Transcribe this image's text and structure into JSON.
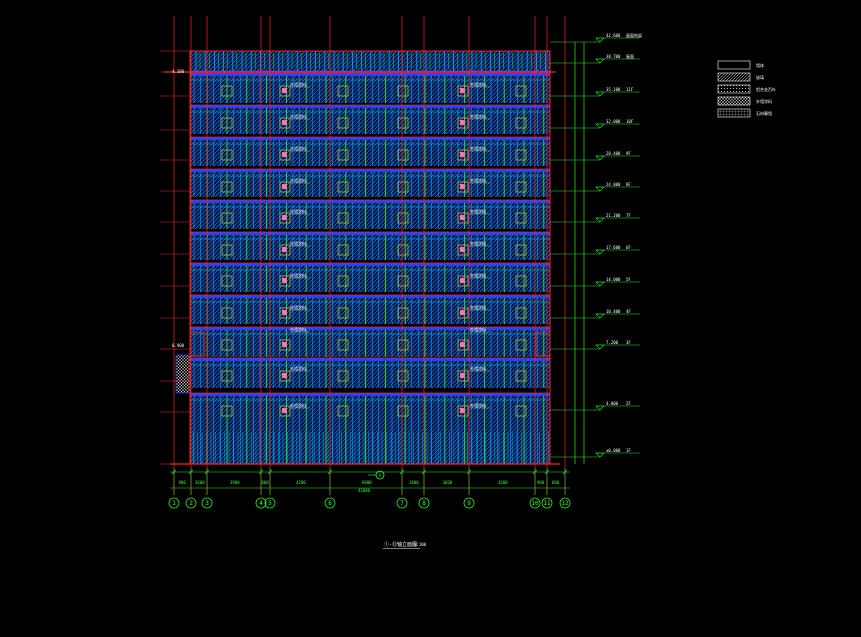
{
  "drawing": {
    "title": "①-⑫轴立面图",
    "scale": "1:100",
    "bottom_dimension": "42000",
    "section_marker": "A",
    "colors": {
      "background": "#000000",
      "frame_red": "#ff2020",
      "facade_blue": "#2244ff",
      "grid_green": "#22ee22",
      "hatch_cyan": "#00c8ff",
      "window_yellow": "#d8c020",
      "accent_pink": "#ff70b0",
      "text_white": "#ffffff"
    }
  },
  "axes": [
    {
      "label": "1"
    },
    {
      "label": "2"
    },
    {
      "label": "3"
    },
    {
      "label": "4"
    },
    {
      "label": "5"
    },
    {
      "label": "6"
    },
    {
      "label": "7"
    },
    {
      "label": "8"
    },
    {
      "label": "9"
    },
    {
      "label": "10"
    },
    {
      "label": "11"
    },
    {
      "label": "12"
    }
  ],
  "axis_dimensions": [
    "900",
    "3600",
    "3900",
    "600",
    "4200",
    "6000",
    "1800",
    "3600",
    "4200",
    "900",
    "600"
  ],
  "levels": [
    {
      "elev": "42.600",
      "name": "屋面构架"
    },
    {
      "elev": "38.700",
      "name": "屋面"
    },
    {
      "elev": "35.100",
      "name": "11F"
    },
    {
      "elev": "32.000",
      "name": "10F"
    },
    {
      "elev": "28.400",
      "name": "9F"
    },
    {
      "elev": "24.800",
      "name": "8F"
    },
    {
      "elev": "21.200",
      "name": "7F"
    },
    {
      "elev": "17.600",
      "name": "6F"
    },
    {
      "elev": "14.000",
      "name": "5F"
    },
    {
      "elev": "10.400",
      "name": "4F"
    },
    {
      "elev": "7.200",
      "name": "3F"
    },
    {
      "elev": "4.000",
      "name": "2F"
    },
    {
      "elev": "±0.000",
      "name": "1F"
    }
  ],
  "floor_notes": [
    {
      "text": "外墙涂料"
    },
    {
      "text": "外墙涂料"
    },
    {
      "text": "外墙涂料"
    },
    {
      "text": "外墙涂料"
    },
    {
      "text": "外墙涂料"
    },
    {
      "text": "外墙涂料"
    },
    {
      "text": "外墙涂料"
    },
    {
      "text": "外墙涂料"
    },
    {
      "text": "外墙涂料"
    },
    {
      "text": "外墙涂料"
    },
    {
      "text": "外墙涂料"
    }
  ],
  "left_annotations": [
    {
      "text": "0.900"
    },
    {
      "text": "4.200"
    }
  ],
  "legend": [
    {
      "label": "墙体",
      "swatch": "plain"
    },
    {
      "label": "玻璃",
      "swatch": "hatch"
    },
    {
      "label": "铝合金百叶",
      "swatch": "dots"
    },
    {
      "label": "外墙涂料",
      "swatch": "cross"
    },
    {
      "label": "石材幕墙",
      "swatch": "grid"
    }
  ]
}
